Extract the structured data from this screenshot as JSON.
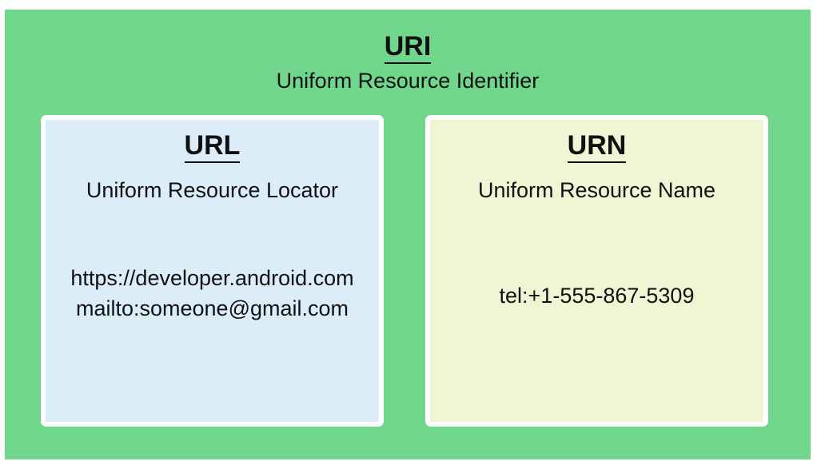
{
  "uri": {
    "title": "URI",
    "subtitle": "Uniform Resource Identifier"
  },
  "url": {
    "title": "URL",
    "subtitle": "Uniform Resource Locator",
    "examples": [
      "https://developer.android.com",
      "mailto:someone@gmail.com"
    ]
  },
  "urn": {
    "title": "URN",
    "subtitle": "Uniform Resource Name",
    "examples": [
      "tel:+1-555-867-5309"
    ]
  },
  "colors": {
    "uri_background": "#70d68c",
    "url_background": "#dcedfa",
    "urn_background": "#f0f5d3",
    "border": "#ffffff"
  }
}
